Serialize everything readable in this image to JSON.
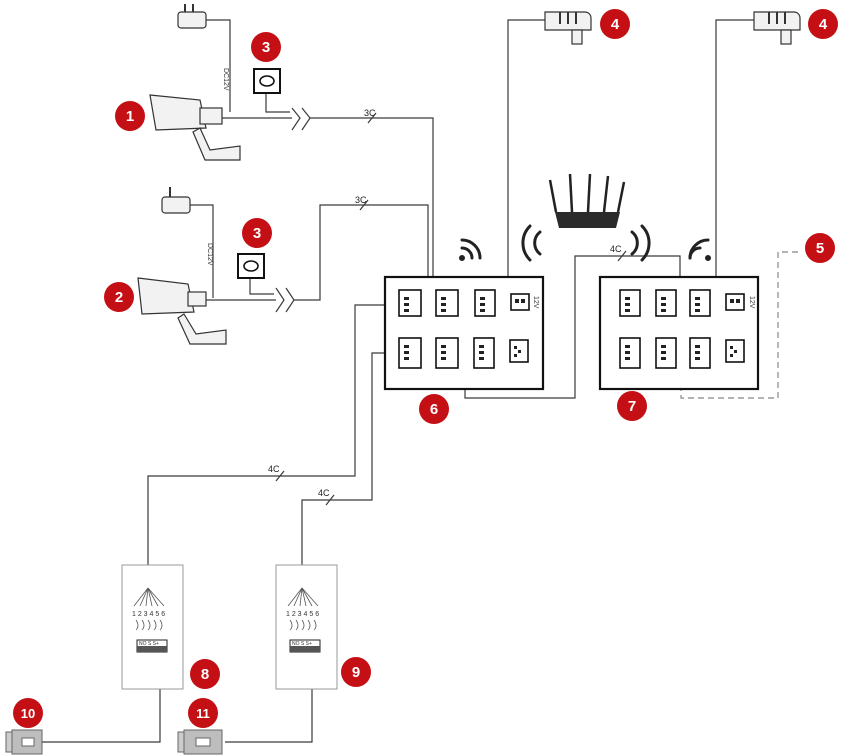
{
  "badges": {
    "b1": "1",
    "b2": "2",
    "b3a": "3",
    "b3b": "3",
    "b4a": "4",
    "b4b": "4",
    "b5": "5",
    "b6": "6",
    "b7": "7",
    "b8": "8",
    "b9": "9",
    "b10": "10",
    "b11": "11"
  },
  "wire_labels": {
    "cam1_power": "DC12V",
    "cam2_power": "DC12V",
    "cam1_cable": "3C",
    "cam2_cable": "3C",
    "link_cable": "4C",
    "panel1_cable": "4C",
    "panel2_cable": "4C"
  },
  "monitor_labels": {
    "m1_power": "12V",
    "m2_power": "12V"
  },
  "panel_labels": {
    "p1_terminals": "1 2 3 4 5 6",
    "p2_terminals": "1 2 3 4 5 6",
    "p1_switch": "NO S  S+",
    "p2_switch": "NO S  S+"
  },
  "colors": {
    "badge": "#c40f14",
    "line": "#3a3a3a",
    "dashed": "#9a9a9a"
  }
}
